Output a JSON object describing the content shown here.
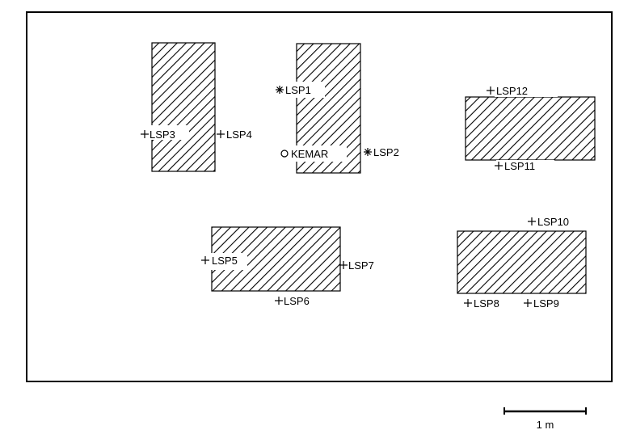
{
  "diagram": {
    "obstacles": [
      {
        "id": "block-1"
      },
      {
        "id": "block-2"
      },
      {
        "id": "block-3"
      },
      {
        "id": "block-4"
      },
      {
        "id": "block-5"
      }
    ],
    "positions": [
      {
        "label": "LSP1",
        "marker": "asterisk"
      },
      {
        "label": "LSP2",
        "marker": "asterisk"
      },
      {
        "label": "LSP3",
        "marker": "plus"
      },
      {
        "label": "LSP4",
        "marker": "plus"
      },
      {
        "label": "LSP5",
        "marker": "plus"
      },
      {
        "label": "LSP6",
        "marker": "plus"
      },
      {
        "label": "LSP7",
        "marker": "plus"
      },
      {
        "label": "LSP8",
        "marker": "plus"
      },
      {
        "label": "LSP9",
        "marker": "plus"
      },
      {
        "label": "LSP10",
        "marker": "plus"
      },
      {
        "label": "LSP11",
        "marker": "plus"
      },
      {
        "label": "LSP12",
        "marker": "plus"
      },
      {
        "label": "KEMAR",
        "marker": "circle"
      }
    ],
    "scale_bar": {
      "label": "1 m"
    }
  }
}
